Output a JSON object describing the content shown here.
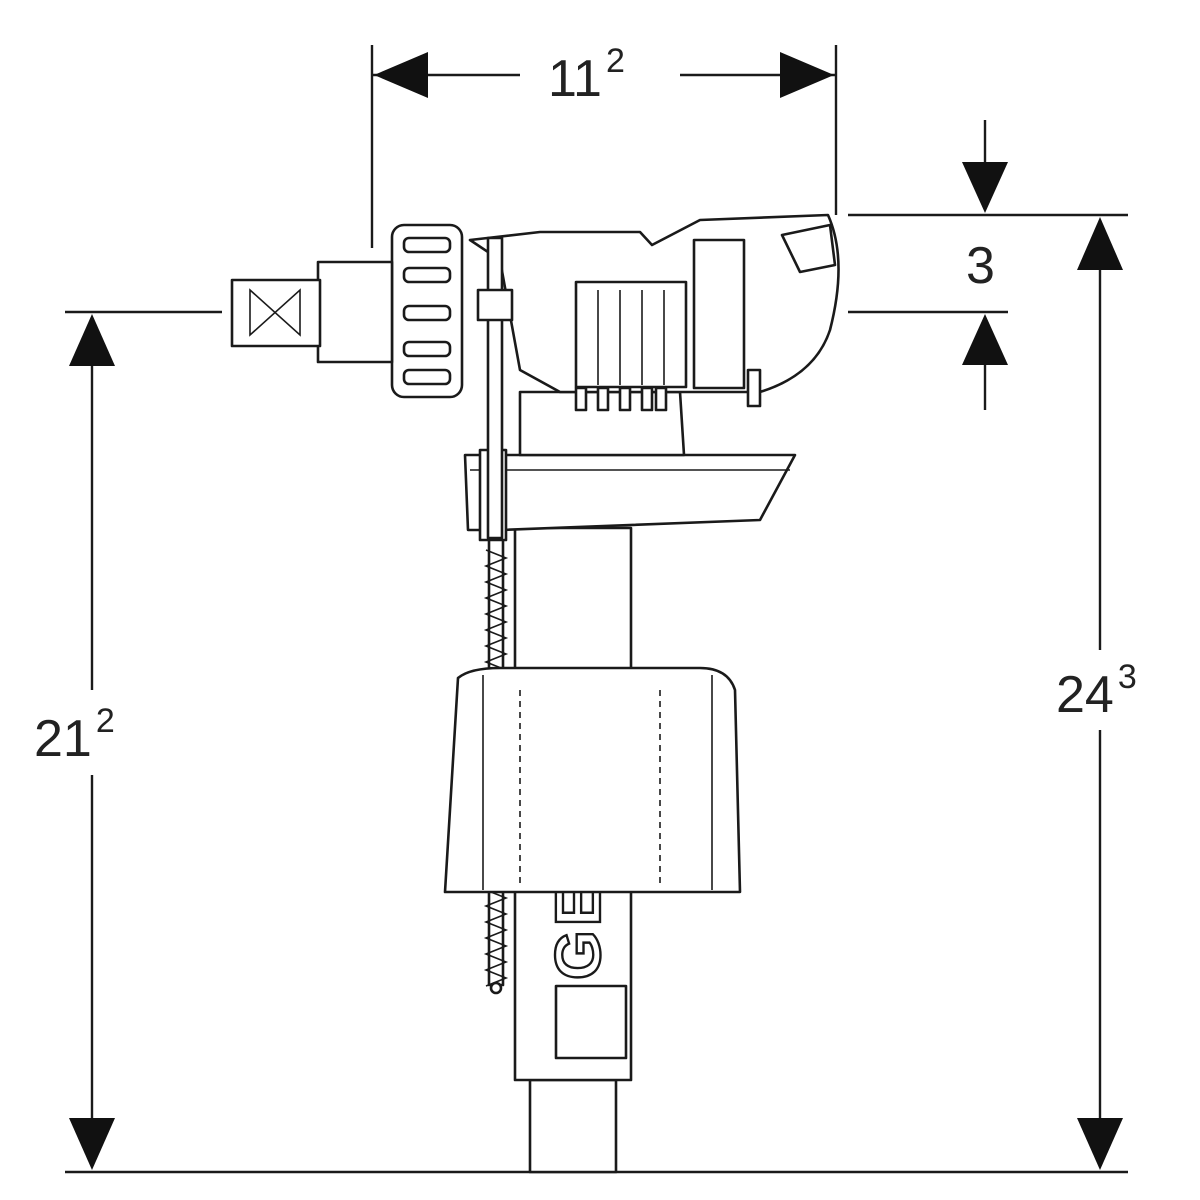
{
  "drawing": {
    "title": "Fill valve dimension drawing",
    "logo_text": "GEBERIT",
    "dimensions": {
      "width_top": {
        "base": "11",
        "sup": "2"
      },
      "outlet_offset": {
        "base": "3",
        "sup": ""
      },
      "total_height": {
        "base": "24",
        "sup": "3"
      },
      "inlet_height": {
        "base": "21",
        "sup": "2"
      }
    }
  }
}
